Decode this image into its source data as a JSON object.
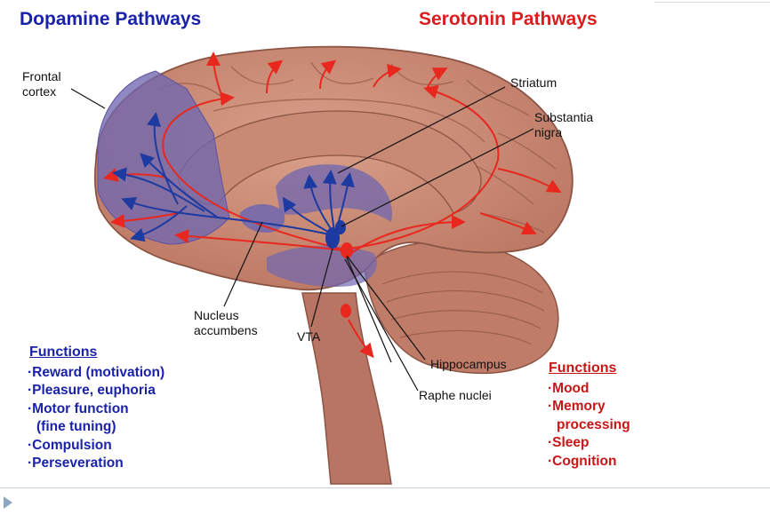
{
  "titles": {
    "dopamine": "Dopamine Pathways",
    "serotonin": "Serotonin Pathways"
  },
  "labels": {
    "frontal_cortex_1": "Frontal",
    "frontal_cortex_2": "cortex",
    "striatum": "Striatum",
    "substantia_nigra_1": "Substantia",
    "substantia_nigra_2": "nigra",
    "nucleus_accumbens_1": "Nucleus",
    "nucleus_accumbens_2": "accumbens",
    "vta": "VTA",
    "hippocampus": "Hippocampus",
    "raphe_nuclei": "Raphe nuclei"
  },
  "dopamine_functions": {
    "heading": "Functions",
    "items": [
      "·Reward (motivation)",
      "·Pleasure, euphoria",
      "·Motor function",
      "(fine tuning)",
      "·Compulsion",
      "·Perseveration"
    ]
  },
  "serotonin_functions": {
    "heading": "Functions",
    "items": [
      "·Mood",
      "·Memory",
      "processing",
      "·Sleep",
      "·Cognition"
    ]
  },
  "colors": {
    "dopamine": "#1a22a8",
    "serotonin": "#d81e1e",
    "brain": "#c98a72",
    "purple_region": "#7d73b4"
  },
  "icons": {
    "slide_arrow": "triangle-right-icon"
  }
}
